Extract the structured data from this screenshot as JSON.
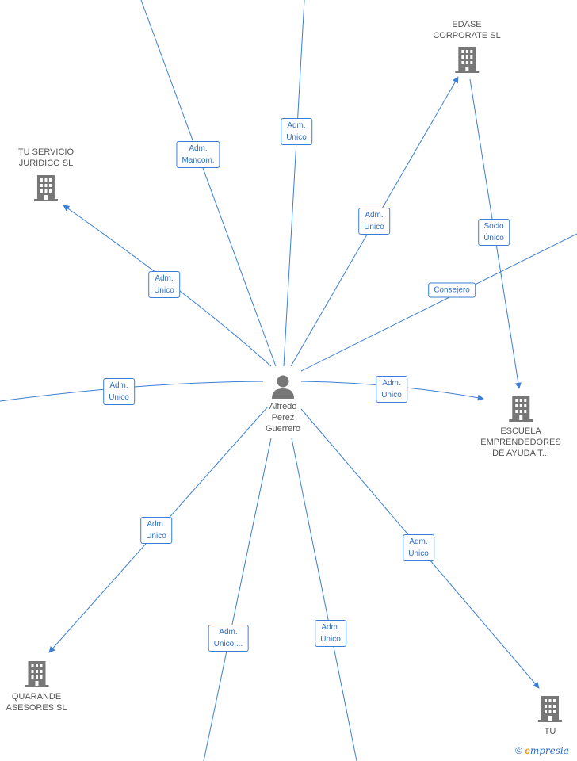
{
  "center_person": {
    "lines": [
      "Alfredo",
      "Perez",
      "Guerrero"
    ]
  },
  "companies": [
    {
      "id": "edase",
      "lines": [
        "EDASE",
        "CORPORATE  SL"
      ]
    },
    {
      "id": "tu-servicio",
      "lines": [
        "TU SERVICIO",
        "JURIDICO  SL"
      ]
    },
    {
      "id": "escuela",
      "lines": [
        "ESCUELA",
        "EMPRENDEDORES",
        "DE AYUDA T..."
      ]
    },
    {
      "id": "quarande",
      "lines": [
        "QUARANDE",
        "ASESORES  SL"
      ]
    },
    {
      "id": "tu",
      "lines": [
        "TU"
      ]
    }
  ],
  "relations": [
    {
      "id": "r-mancom",
      "lines": [
        "Adm.",
        "Mancom."
      ]
    },
    {
      "id": "r-top",
      "lines": [
        "Adm.",
        "Unico"
      ]
    },
    {
      "id": "r-edase",
      "lines": [
        "Adm.",
        "Unico"
      ]
    },
    {
      "id": "r-socio",
      "lines": [
        "Socio",
        "Único"
      ]
    },
    {
      "id": "r-tuserv",
      "lines": [
        "Adm.",
        "Unico"
      ]
    },
    {
      "id": "r-consejero",
      "lines": [
        "Consejero"
      ]
    },
    {
      "id": "r-left",
      "lines": [
        "Adm.",
        "Unico"
      ]
    },
    {
      "id": "r-escuela",
      "lines": [
        "Adm.",
        "Unico"
      ]
    },
    {
      "id": "r-quarande",
      "lines": [
        "Adm.",
        "Unico"
      ]
    },
    {
      "id": "r-tu",
      "lines": [
        "Adm.",
        "Unico"
      ]
    },
    {
      "id": "r-bottom1",
      "lines": [
        "Adm.",
        "Unico,..."
      ]
    },
    {
      "id": "r-bottom2",
      "lines": [
        "Adm.",
        "Unico"
      ]
    }
  ],
  "footer": {
    "copyright": "©",
    "brand_initial": "e",
    "brand_rest": "mpresia"
  },
  "colors": {
    "edge": "#3a7fd5",
    "label_text": "#2f6fc6",
    "icon": "#777777",
    "node_text": "#555555"
  }
}
